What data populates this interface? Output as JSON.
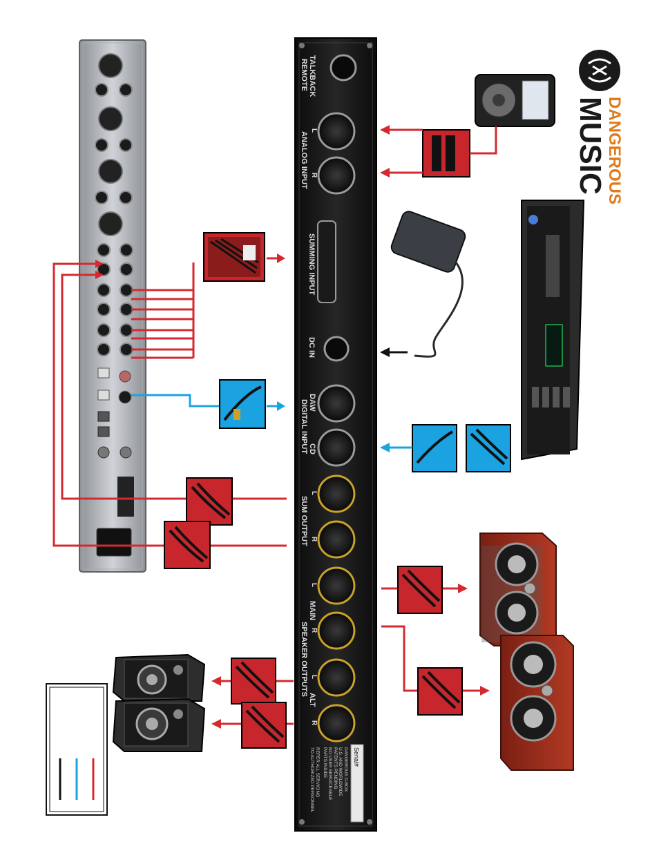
{
  "brand": {
    "word1": "DANGEROUS",
    "word2": "MUSIC",
    "color_primary": "#1a1a1a",
    "color_accent": "#e07a1a"
  },
  "dbox": {
    "labels": {
      "talkback": "TALKBACK",
      "remote": "REMOTE",
      "analog_input": "ANALOG INPUT",
      "summing_input": "SUMMING INPUT",
      "dc_in": "DC IN",
      "daw": "DAW",
      "cd": "CD",
      "digital_input": "DIGITAL INPUT",
      "sum_output": "SUM OUTPUT",
      "main": "MAIN",
      "alt": "ALT",
      "speaker_outputs": "SPEAKER OUTPUTS",
      "left": "L",
      "right": "R"
    },
    "serial_label": "Serial#",
    "info_lines": [
      "DANGEROUS D-BOX",
      "U.S. AND WORLDWIDE",
      "PATENTS PENDING",
      "NO USER SERVICEABLE",
      "PARTS INSIDE",
      "REFER ALL SERVICING",
      "TO AUTHORIZED PERSONNEL"
    ]
  },
  "legend_colors": [
    "#111111",
    "#1aa3e0",
    "#d42a2f"
  ],
  "cable_colors": {
    "analog": "#d42a2f",
    "digital": "#1aa3e0",
    "power": "#111111"
  }
}
